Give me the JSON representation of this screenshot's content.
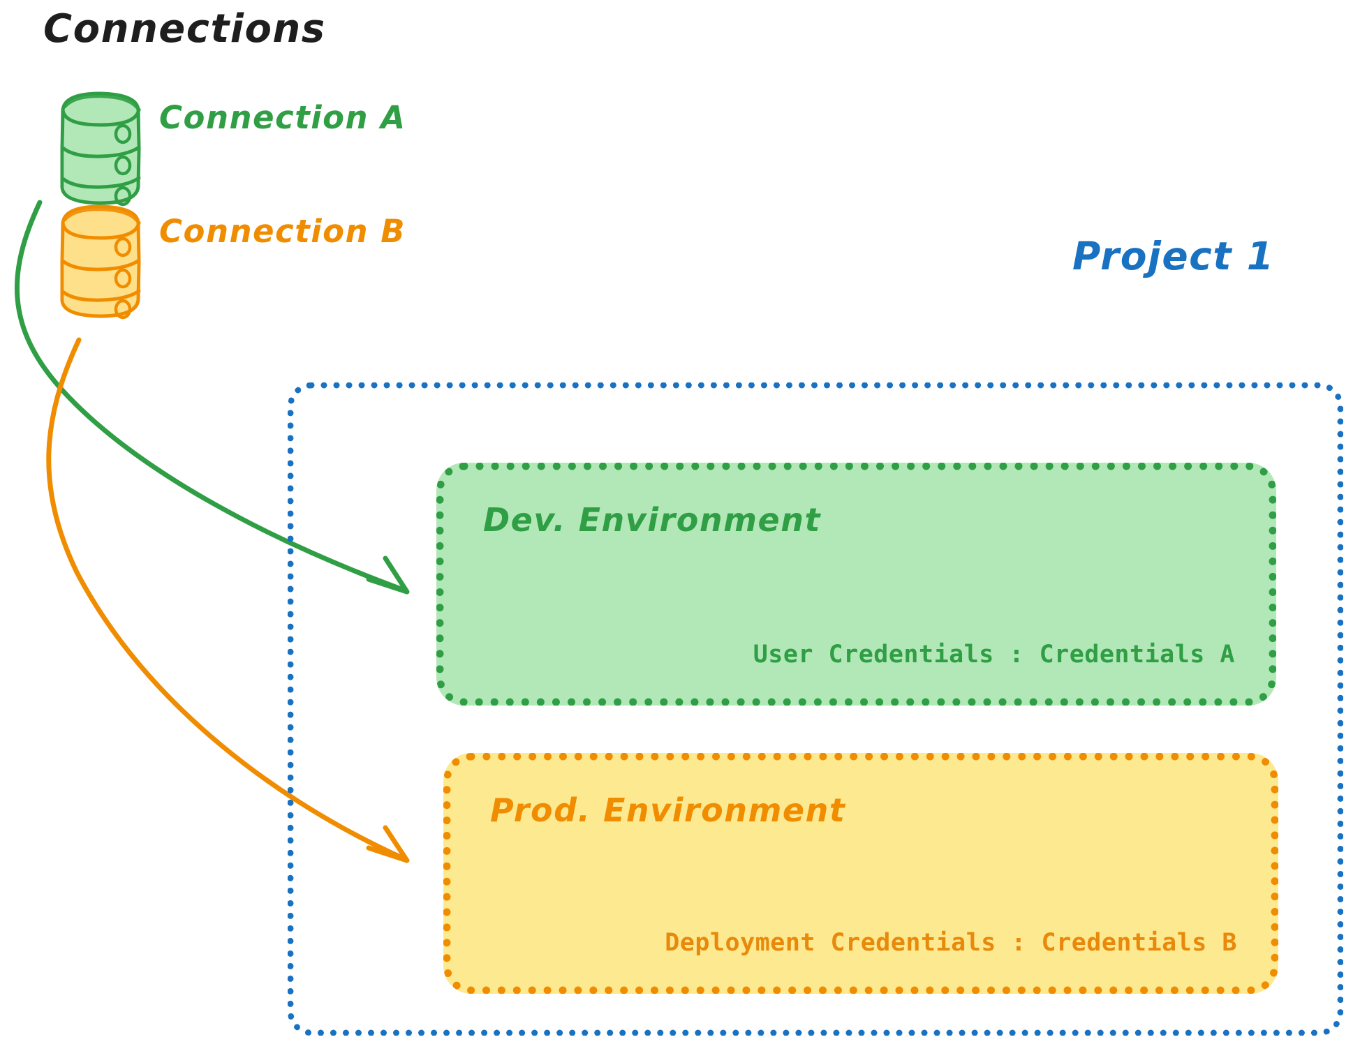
{
  "heading": "Connections",
  "connections": [
    {
      "id": "connection-a",
      "label": "Connection A",
      "color": "#2f9e44",
      "fill": "#b2e8b8",
      "icon": "database-cylinder-icon"
    },
    {
      "id": "connection-b",
      "label": "Connection B",
      "color": "#f08c00",
      "fill": "#ffe08a",
      "icon": "database-cylinder-icon"
    }
  ],
  "project": {
    "title": "Project 1",
    "color": "#1971c2",
    "environments": [
      {
        "id": "dev-environment",
        "title": "Dev. Environment",
        "credentials_label": "User Credentials",
        "credentials_separator": ":",
        "credentials_value": "Credentials A",
        "credentials_text": "User Credentials : Credentials A",
        "color": "#2f9e44",
        "fill": "#b2e8b8"
      },
      {
        "id": "prod-environment",
        "title": "Prod. Environment",
        "credentials_label": "Deployment Credentials",
        "credentials_separator": ":",
        "credentials_value": "Credentials B",
        "credentials_text": "Deployment Credentials : Credentials B",
        "color": "#f08c00",
        "fill": "#fde98f"
      }
    ]
  },
  "arrows": [
    {
      "id": "arrow-connection-a-to-dev",
      "from": "connection-a",
      "to": "dev-environment",
      "color": "#2f9e44"
    },
    {
      "id": "arrow-connection-b-to-prod",
      "from": "connection-b",
      "to": "prod-environment",
      "color": "#f08c00"
    }
  ]
}
